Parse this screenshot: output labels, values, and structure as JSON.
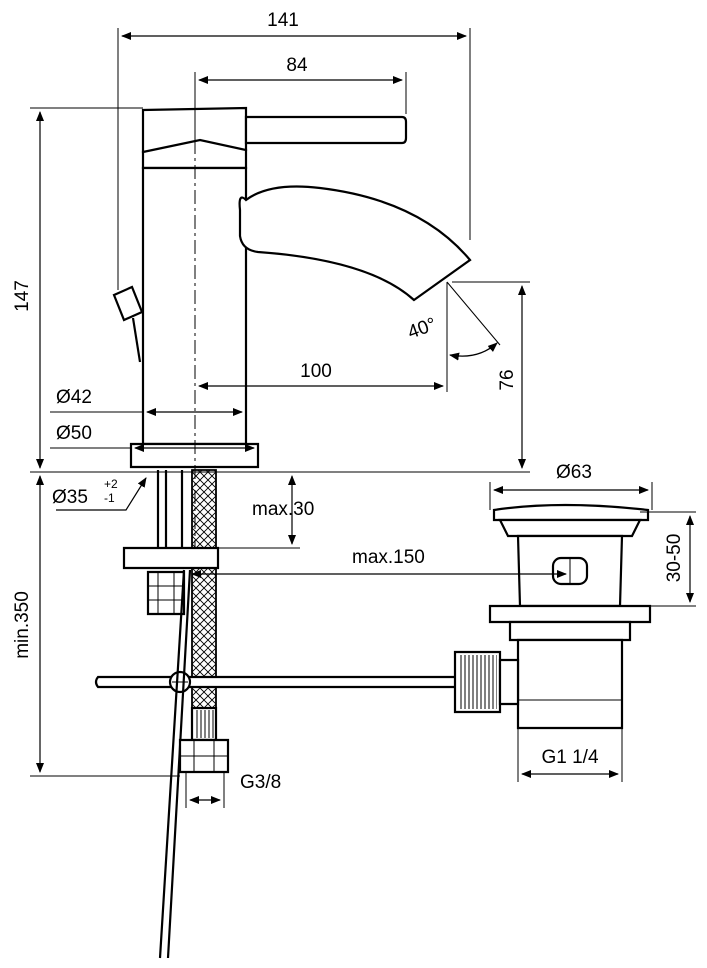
{
  "dimensions": {
    "total_width": "141",
    "lever_length": "84",
    "total_height": "147",
    "spout_reach": "100",
    "spout_height": "76",
    "spout_angle": "40°",
    "body_diameter_top": "Ø42",
    "body_diameter_base": "Ø50",
    "hole_diameter": "Ø35",
    "hole_tol_plus": "+2",
    "hole_tol_minus": "-1",
    "deck_thickness": "max.30",
    "pull_rod_reach": "max.150",
    "supply_length": "min.350",
    "supply_thread": "G3/8",
    "waste_diameter": "Ø63",
    "waste_range": "30-50",
    "waste_thread": "G1 1/4"
  }
}
